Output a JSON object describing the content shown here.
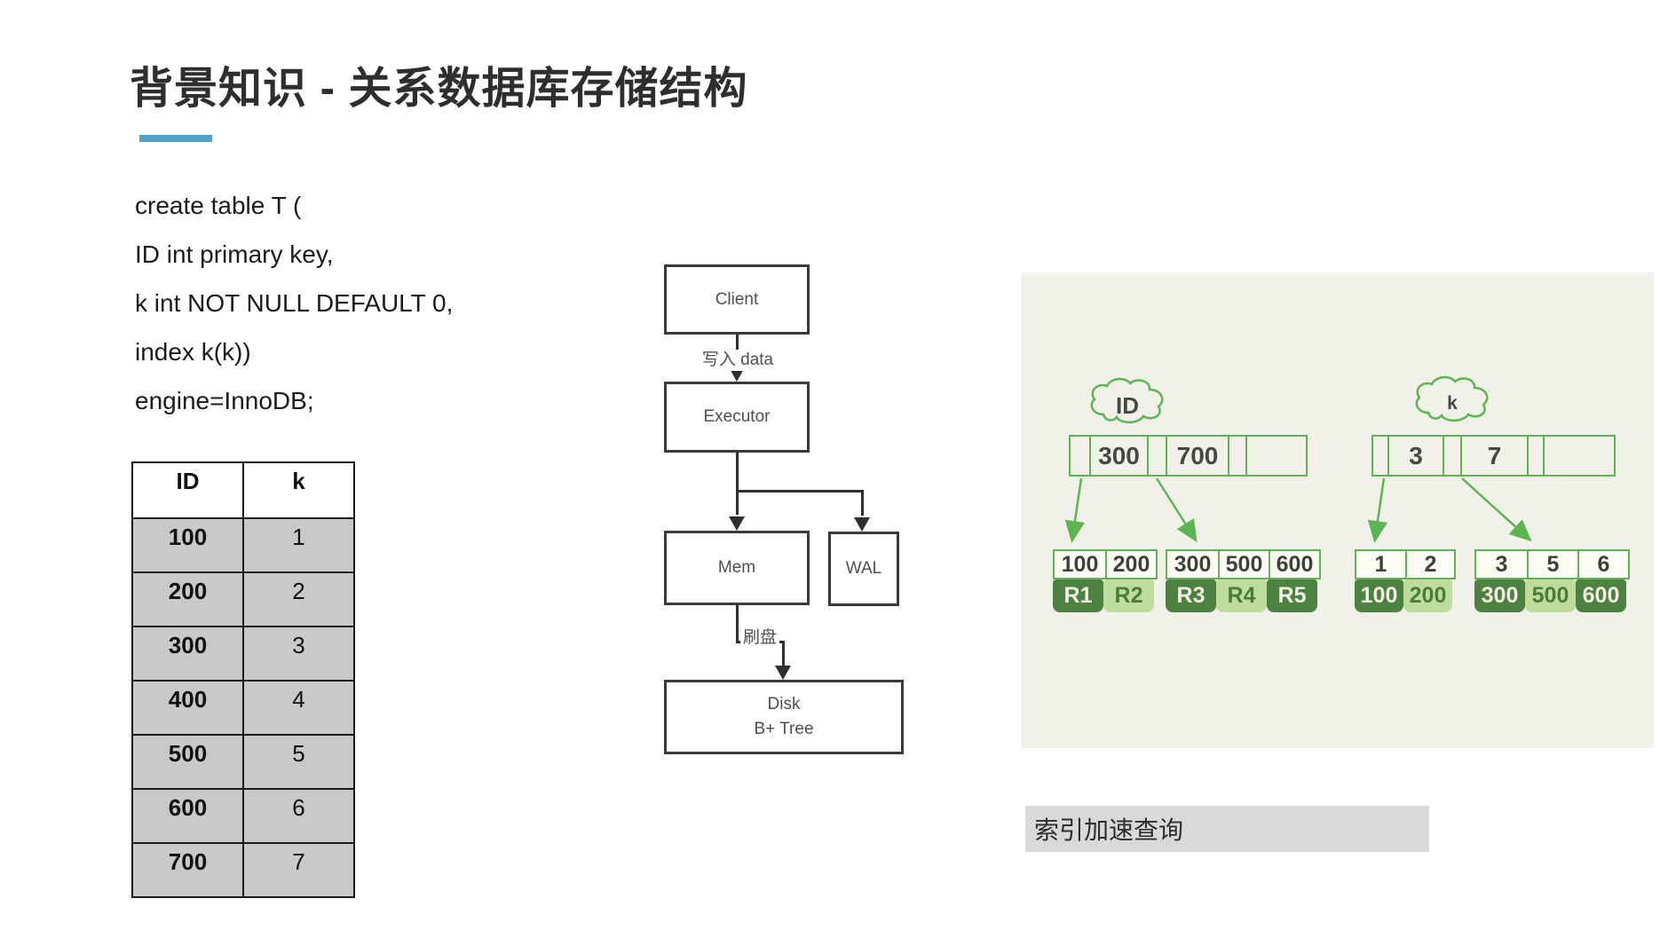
{
  "slide": {
    "title": "背景知识 - 关系数据库存储结构",
    "caption": "索引加速查询"
  },
  "sql": {
    "lines": [
      "create table T (",
      "ID int primary key,",
      "k int NOT NULL DEFAULT 0,",
      "index k(k))",
      "engine=InnoDB;"
    ]
  },
  "table": {
    "headers": [
      "ID",
      "k"
    ],
    "rows": [
      [
        "100",
        "1"
      ],
      [
        "200",
        "2"
      ],
      [
        "300",
        "3"
      ],
      [
        "400",
        "4"
      ],
      [
        "500",
        "5"
      ],
      [
        "600",
        "6"
      ],
      [
        "700",
        "7"
      ]
    ]
  },
  "flowchart": {
    "client": "Client",
    "executor": "Executor",
    "mem": "Mem",
    "wal": "WAL",
    "disk_line1": "Disk",
    "disk_line2": "B+ Tree",
    "write_label": "写入 data",
    "flush_label": "刷盘"
  },
  "btree": {
    "id_label": "ID",
    "k_label": "k",
    "id_root_keys": [
      "300",
      "700"
    ],
    "k_root_keys": [
      "3",
      "7"
    ],
    "id_leaf1_keys": [
      "100",
      "200"
    ],
    "id_leaf1_values": [
      "R1",
      "R2"
    ],
    "id_leaf2_keys": [
      "300",
      "500",
      "600"
    ],
    "id_leaf2_values": [
      "R3",
      "R4",
      "R5"
    ],
    "k_leaf1_keys": [
      "1",
      "2"
    ],
    "k_leaf1_values": [
      "100",
      "200"
    ],
    "k_leaf2_keys": [
      "3",
      "5",
      "6"
    ],
    "k_leaf2_values": [
      "300",
      "500",
      "600"
    ]
  },
  "colors": {
    "accent_blue": "#4fa3c4",
    "table_row_gray": "#c9c9c9",
    "panel_beige": "#f1f0e9",
    "green_outline": "#5cb553",
    "green_dark": "#4d8142",
    "green_light": "#bedd9d",
    "caption_gray": "#d9d9d9"
  }
}
